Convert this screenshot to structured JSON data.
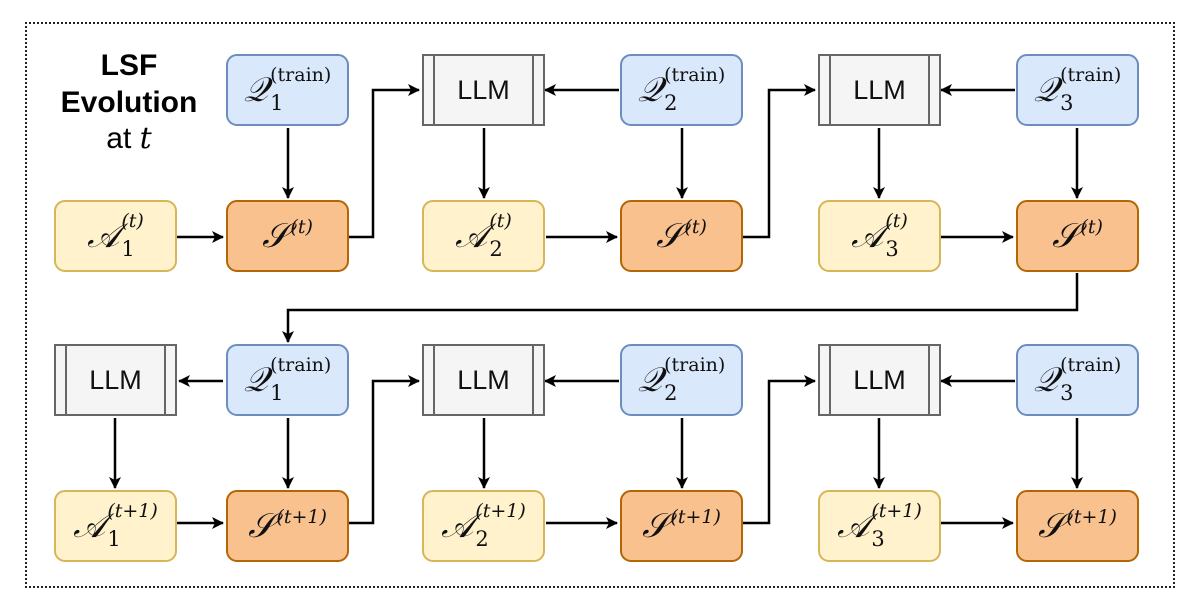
{
  "title": {
    "line1": "LSF",
    "line2": "Evolution",
    "line3_prefix": "at",
    "line3_var": "t"
  },
  "labels": {
    "llm": "LLM",
    "Q": "𝒬",
    "A": "𝒜",
    "S": "𝒮",
    "train": "(train)",
    "t": "(t)",
    "t1": "(t+1)",
    "i1": "1",
    "i2": "2",
    "i3": "3"
  },
  "colors": {
    "query_fill": "#dae8fc",
    "answer_fill": "#fff2cc",
    "score_fill": "#f8c18e",
    "llm_fill": "#f5f5f5"
  }
}
